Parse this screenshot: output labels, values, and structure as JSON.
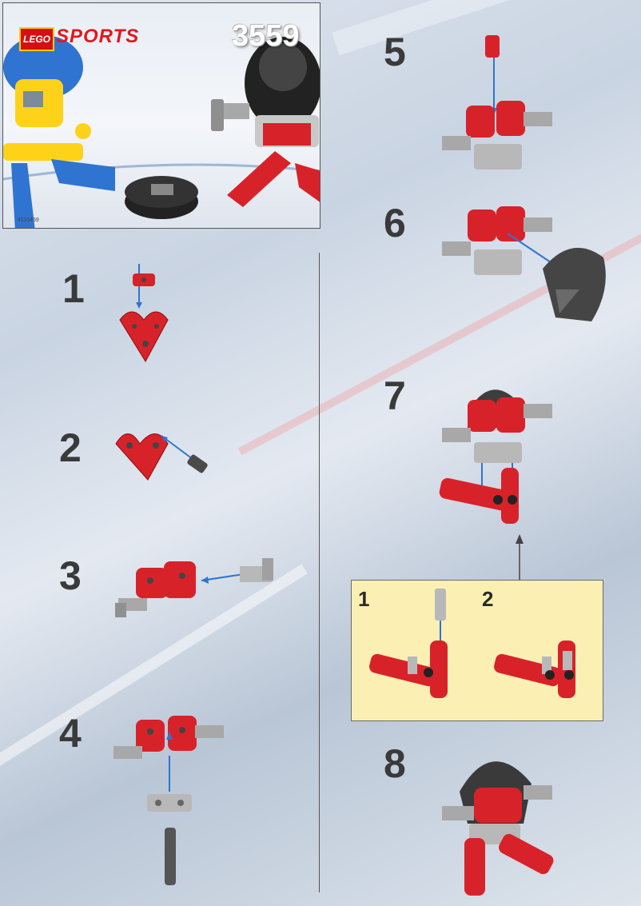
{
  "brand": {
    "logo": "LEGO",
    "line": "SPORTS",
    "set_number": "3559",
    "code": "4115459"
  },
  "steps": [
    {
      "number": "1"
    },
    {
      "number": "2"
    },
    {
      "number": "3"
    },
    {
      "number": "4"
    },
    {
      "number": "5"
    },
    {
      "number": "6"
    },
    {
      "number": "7"
    },
    {
      "number": "8"
    }
  ],
  "inset": {
    "sub_steps": [
      "1",
      "2"
    ]
  },
  "colors": {
    "red": "#d8222a",
    "grey": "#b8b8b8",
    "dark_grey": "#4a4a4a",
    "inset_bg": "#fbefb3",
    "blue": "#2f74d0"
  },
  "icons": [
    "red-beam-icon",
    "pin-icon",
    "axle-icon",
    "helmet-icon",
    "stick-claw-icon",
    "arrow-icon"
  ]
}
